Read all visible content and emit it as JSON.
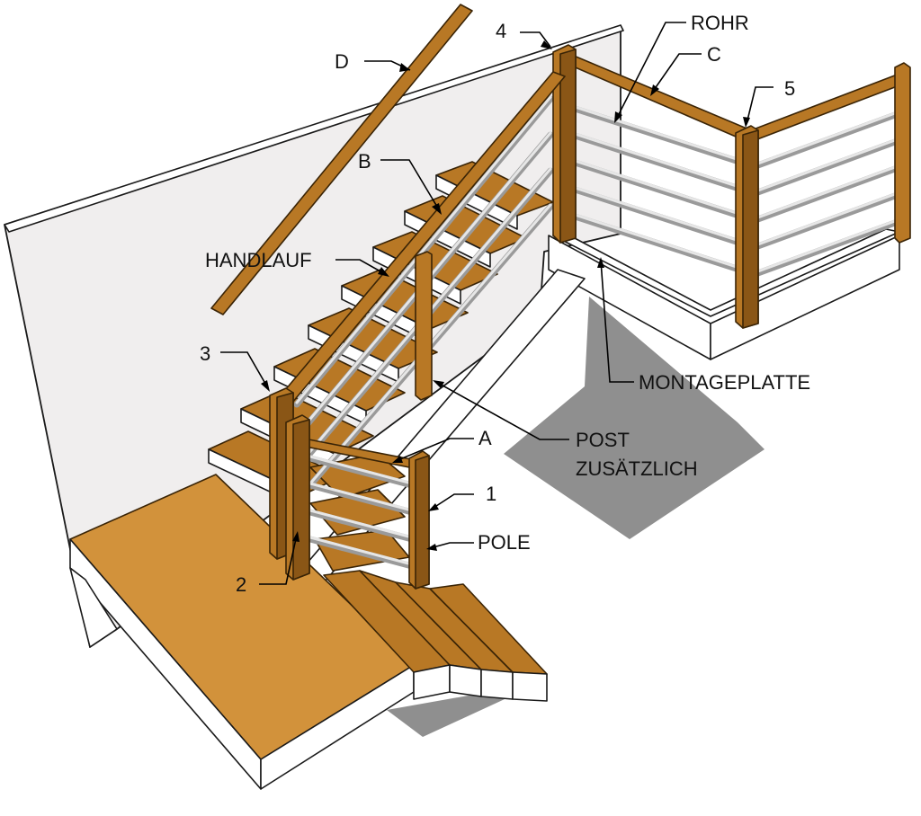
{
  "labels": {
    "rohr": "ROHR",
    "c": "C",
    "d": "D",
    "four": "4",
    "five": "5",
    "b": "B",
    "handlauf": "HANDLAUF",
    "three": "3",
    "montageplatte": "MONTAGEPLATTE",
    "post_line1": "POST",
    "post_line2": "ZUSÄTZLICH",
    "a": "A",
    "one": "1",
    "pole": "POLE",
    "two": "2"
  },
  "colors": {
    "wood": "#b87825",
    "wall": "#f0eeee",
    "pipe": "#9a9a9a",
    "shadow": "#8f8f8f"
  }
}
